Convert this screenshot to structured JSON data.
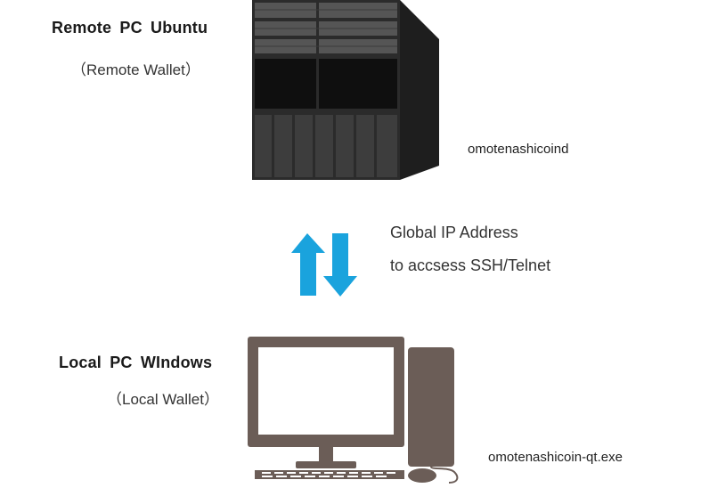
{
  "remote": {
    "title": "Remote PC Ubuntu",
    "subtitle": "（Remote Wallet）",
    "daemon": "omotenashicoind"
  },
  "connection": {
    "line1": "Global IP Address",
    "line2": "to accsess SSH/Telnet",
    "arrow_color": "#1aa3dd"
  },
  "local": {
    "title": "Local PC WIndows",
    "subtitle": "（Local Wallet）",
    "client": "omotenashicoin-qt.exe"
  },
  "colors": {
    "server": "#2b2b2b",
    "desktop": "#6b5d57"
  }
}
